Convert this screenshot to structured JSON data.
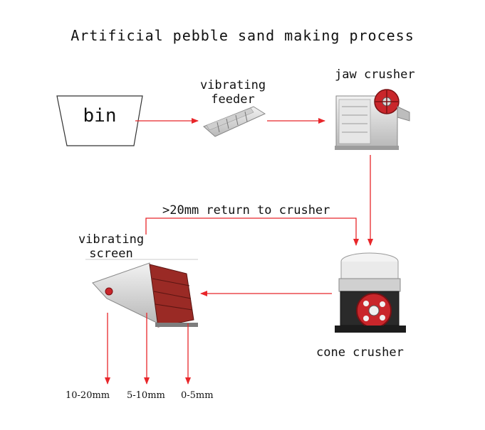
{
  "title": "Artificial pebble sand making process",
  "bin": {
    "label": "bin"
  },
  "vibrating_feeder": {
    "line1": "vibrating",
    "line2": "feeder"
  },
  "jaw_crusher": {
    "label": "jaw crusher"
  },
  "return_path": {
    "label": ">20mm return to crusher"
  },
  "vibrating_screen": {
    "line1": "vibrating",
    "line2": "screen"
  },
  "cone_crusher": {
    "label": "cone crusher"
  },
  "outputs": [
    "10-20mm",
    "5-10mm",
    "0-5mm"
  ],
  "colors": {
    "arrow": "#e8262a",
    "machine_red": "#b0242a",
    "machine_gray": "#d8d8d8"
  }
}
